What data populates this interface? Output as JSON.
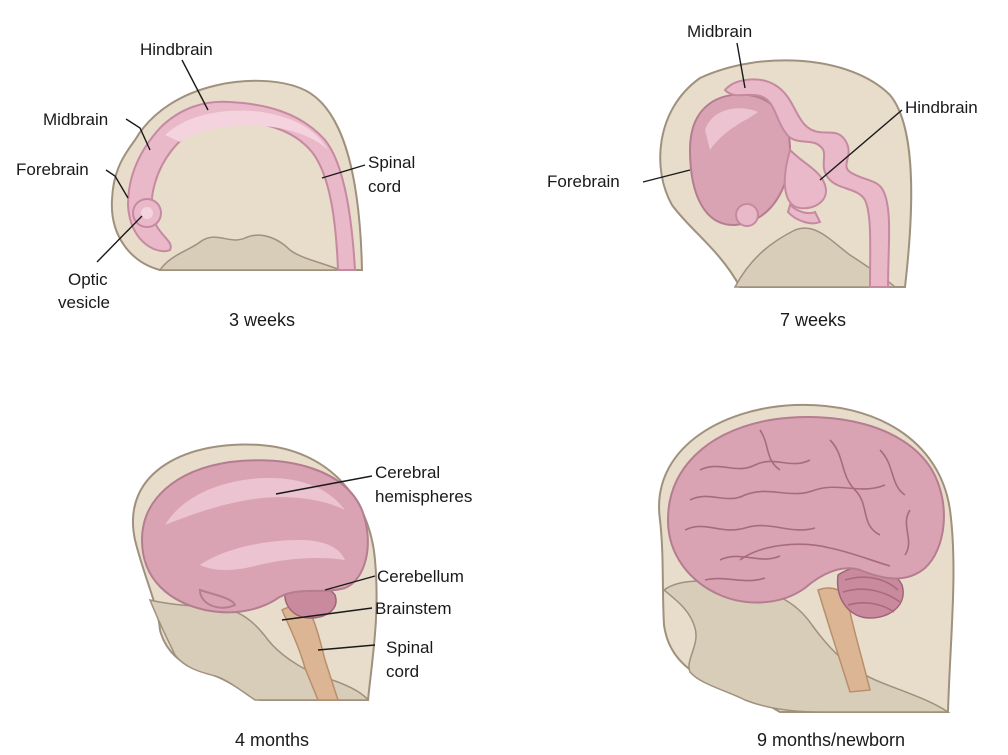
{
  "panels": [
    {
      "caption": "3 weeks",
      "labels": {
        "hindbrain": "Hindbrain",
        "midbrain": "Midbrain",
        "forebrain": "Forebrain",
        "spinal_cord_line1": "Spinal",
        "spinal_cord_line2": "cord",
        "optic_vesicle_line1": "Optic",
        "optic_vesicle_line2": "vesicle"
      }
    },
    {
      "caption": "7 weeks",
      "labels": {
        "midbrain": "Midbrain",
        "hindbrain": "Hindbrain",
        "forebrain": "Forebrain"
      }
    },
    {
      "caption": "4 months",
      "labels": {
        "cerebral_hemispheres_line1": "Cerebral",
        "cerebral_hemispheres_line2": "hemispheres",
        "cerebellum": "Cerebellum",
        "brainstem": "Brainstem",
        "spinal_cord_line1": "Spinal",
        "spinal_cord_line2": "cord"
      }
    },
    {
      "caption": "9 months/newborn",
      "labels": {}
    }
  ],
  "colors": {
    "skin": "#e8dccb",
    "neural_tube": "#e9b9c9",
    "brain": "#d9a3b4",
    "brainstem": "#dcb694",
    "cerebellum": "#c98a9d"
  }
}
